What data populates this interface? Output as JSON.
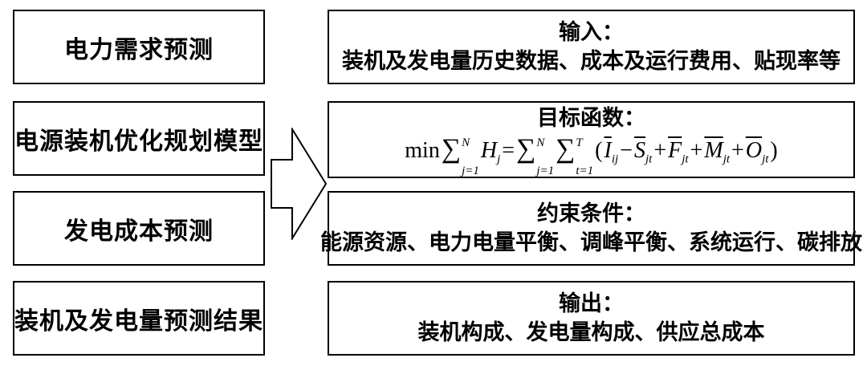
{
  "left_boxes": [
    "电力需求预测",
    "电源装机优化规划模型",
    "发电成本预测",
    "装机及发电量预测结果"
  ],
  "right_boxes": {
    "input": {
      "title": "输入：",
      "body": "装机及发电量历史数据、成本及运行费用、贴现率等"
    },
    "objective": {
      "title": "目标函数："
    },
    "constraints": {
      "title": "约束条件：",
      "body": "能源资源、电力电量平衡、调峰平衡、系统运行、碳排放"
    },
    "output": {
      "title": "输出：",
      "body": "装机构成、发电量构成、供应总成本"
    }
  },
  "formula": {
    "min": "min",
    "sigma": "∑",
    "sum1_upper": "N",
    "sum1_lower": "j=1",
    "h": "H",
    "h_sub": "j",
    "eq": "=",
    "sum2_upper": "N",
    "sum2_lower": "j=1",
    "sum3_upper": "T",
    "sum3_lower": "t=1",
    "lparen": "(",
    "i": "I",
    "i_sub": "ij",
    "minus": "−",
    "s": "S",
    "s_sub": "jt",
    "plus1": "+",
    "f": "F",
    "f_sub": "jt",
    "plus2": "+",
    "m": "M",
    "m_sub": "jt",
    "plus3": "+",
    "o": "O",
    "o_sub": "jt",
    "rparen": ")"
  }
}
